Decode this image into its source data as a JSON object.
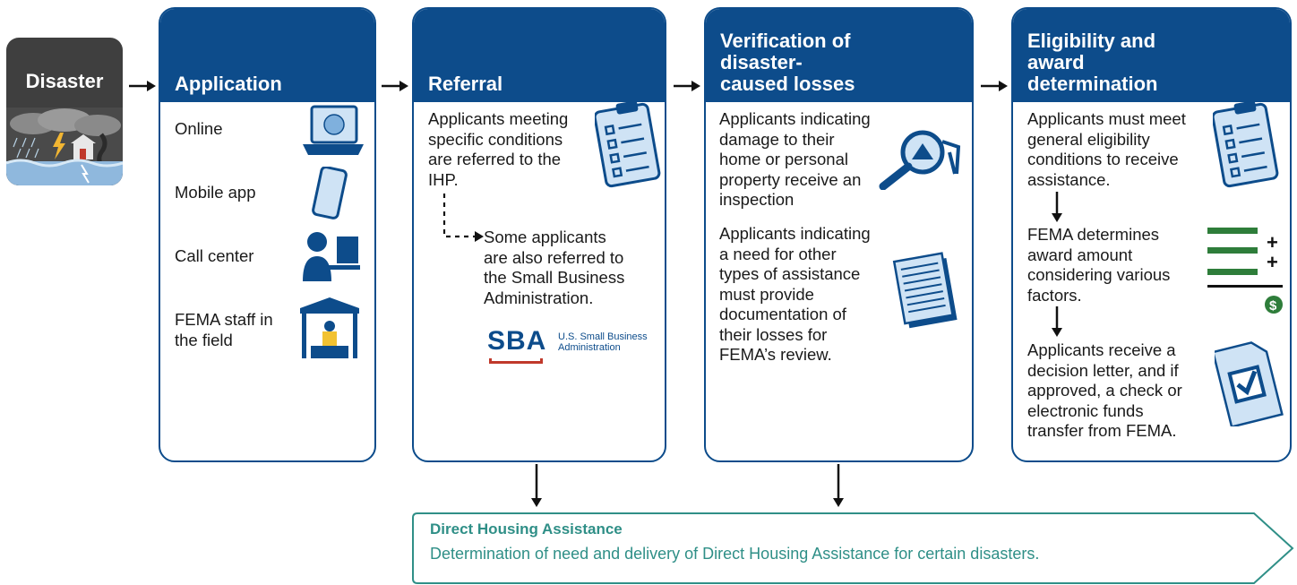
{
  "disaster": {
    "label": "Disaster"
  },
  "application": {
    "title": "Application",
    "items": [
      "Online",
      "Mobile app",
      "Call center",
      "FEMA staff in\nthe field"
    ]
  },
  "referral": {
    "title": "Referral",
    "text1": "Applicants meeting\nspecific conditions\nare referred to the\nIHP.",
    "text2": "Some applicants\nare also referred to\nthe Small Business\nAdministration.",
    "sba_mark": "SBA",
    "sba_name": "U.S. Small Business\nAdministration"
  },
  "verification": {
    "title": "Verification of\ndisaster-\ncaused losses",
    "text1": "Applicants indicating\ndamage to their\nhome or personal\nproperty receive an\ninspection",
    "text2": "Applicants indicating\na need for other\ntypes of assistance\nmust provide\ndocumentation of\ntheir losses for\nFEMA’s review."
  },
  "eligibility": {
    "title": "Eligibility and\naward\ndetermination",
    "text1": "Applicants must meet\ngeneral eligibility\nconditions to receive\nassistance.",
    "text2": "FEMA determines\naward amount\nconsidering various\nfactors.",
    "text3": "Applicants receive a\ndecision letter, and if\napproved, a check or\nelectronic funds\ntransfer from FEMA."
  },
  "direct_housing": {
    "title": "Direct Housing Assistance",
    "text": "Determination of need and delivery of Direct Housing Assistance for certain disasters."
  },
  "colors": {
    "navy": "#0d4c8b",
    "teal": "#2f8f87",
    "dark_gray": "#3f3f3f",
    "green": "#2e7d3a"
  }
}
